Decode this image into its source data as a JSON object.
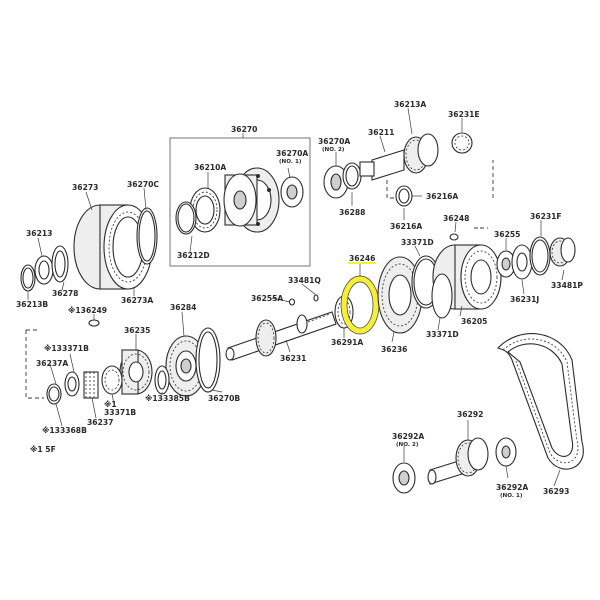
{
  "diagram": {
    "highlight_color": "#f5ef3a",
    "labels": {
      "p36213A": "36213A",
      "p36231E": "36231E",
      "p36270": "36270",
      "p36211": "36211",
      "p36270A_top": "36270A",
      "p36270A_top_sub": "(NO. 2)",
      "p36210A": "36210A",
      "p36270A_in": "36270A",
      "p36270A_in_sub": "(NO. 1)",
      "p36273": "36273",
      "p36270C": "36270C",
      "p36216A_r": "36216A",
      "p36288": "36288",
      "p36216A_b": "36216A",
      "p36248": "36248",
      "p36231F": "36231F",
      "p36213": "36213",
      "p36212D": "36212D",
      "p33371D_t": "33371D",
      "p36255": "36255",
      "p36246": "36246",
      "p33481Q": "33481Q",
      "p36278": "36278",
      "p36273A": "36273A",
      "p36255A": "36255A",
      "p33481P": "33481P",
      "p36213B": "36213B",
      "p36249": "※136249",
      "p36284": "36284",
      "p36231J": "36231J",
      "p36205": "36205",
      "p33371D_b": "33371D",
      "p36291A": "36291A",
      "p36235": "36235",
      "p33371B_a": "※133371B",
      "p36231": "36231",
      "p36236": "36236",
      "p36237A": "36237A",
      "p36292": "36292",
      "p33371B_b": "※1",
      "p33371B_c": "33371B",
      "p33385B": "※133385B",
      "p36270B": "36270B",
      "p36237": "36237",
      "p33368B": "※133368B",
      "p36292A_l": "36292A",
      "p36292A_l_sub": "(NO. 2)",
      "p36292A_r": "36292A",
      "p36292A_r_sub": "(NO. 1)",
      "p36293": "36293",
      "footnote": "※1 5F"
    }
  }
}
